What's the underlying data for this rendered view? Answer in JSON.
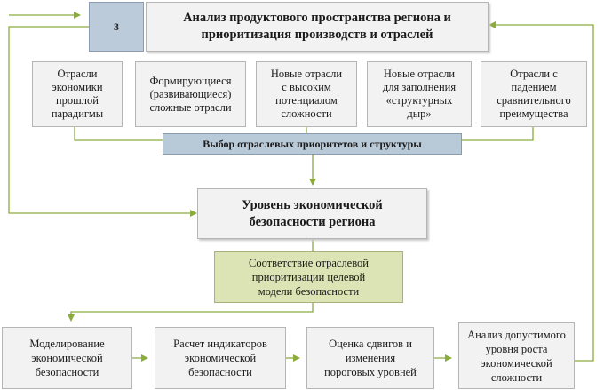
{
  "header": {
    "number": "3",
    "title": "Анализ продуктового пространства региона и\nприоритизация производств и отраслей"
  },
  "industries": [
    {
      "label": "Отрасли\nэкономики\nпрошлой\nпарадигмы"
    },
    {
      "label": "Формирующиеся\n(развивающиеся)\nсложные отрасли"
    },
    {
      "label": "Новые отрасли\nс высоким\nпотенциалом\nсложности"
    },
    {
      "label": "Новые отрасли\nдля заполнения\n«структурных\nдыр»"
    },
    {
      "label": "Отрасли с\nпадением\nсравнительного\nпреимущества"
    }
  ],
  "selection": {
    "label": "Выбор отраслевых приоритетов и структуры"
  },
  "security_level": {
    "label": "Уровень экономической\nбезопасности региона"
  },
  "correspondence": {
    "label": "Соответствие отраслевой\nприоритизации целевой\nмодели безопасности"
  },
  "process": [
    {
      "label": "Моделирование\nэкономической\nбезопасности"
    },
    {
      "label": "Расчет индикаторов\nэкономической\nбезопасности"
    },
    {
      "label": "Оценка сдвигов и\nизменения\nпороговых уровней"
    },
    {
      "label": "Анализ допустимого\nуровня роста\nэкономической\nсложности"
    }
  ],
  "colors": {
    "line": "#8aac3c",
    "number_box": "#bccbd9",
    "selection_box": "#b8c9d8",
    "correspondence_box": "#dce3b4",
    "box": "#f2f2f2"
  }
}
